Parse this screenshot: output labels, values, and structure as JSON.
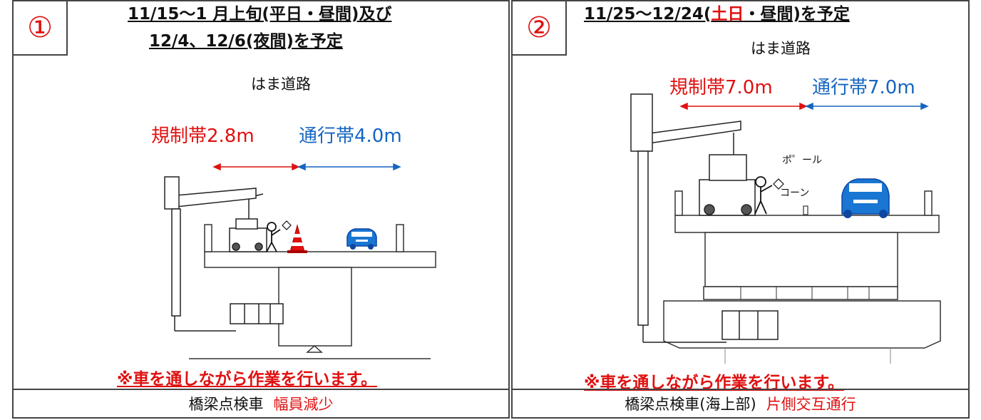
{
  "panel1": {
    "number": "①",
    "title_line1": "11/15〜1 月上旬(平日・昼間)及び",
    "title_line2": "12/4、12/6(夜間)を予定",
    "road": "はま道路",
    "regulation": "規制帯2.8m",
    "traffic": "通行帯4.0m",
    "warning": "※車を通しながら作業を行います。",
    "footer_main": "橋梁点検車",
    "footer_note": "幅員減少"
  },
  "panel2": {
    "number": "②",
    "title_pre": "11/25〜12/24(",
    "title_red": "土日",
    "title_post": "・昼間)を予定",
    "road": "はま道路",
    "regulation": "規制帯7.0m",
    "traffic": "通行帯7.0m",
    "pole_label": "ポ゜ール",
    "cone_label": "コーン",
    "warning": "※車を通しながら作業を行います。",
    "footer_main": "橋梁点検車(海上部)",
    "footer_note": "片側交互通行"
  },
  "colors": {
    "red": "#e01010",
    "blue": "#1565c0",
    "border": "#444444"
  }
}
